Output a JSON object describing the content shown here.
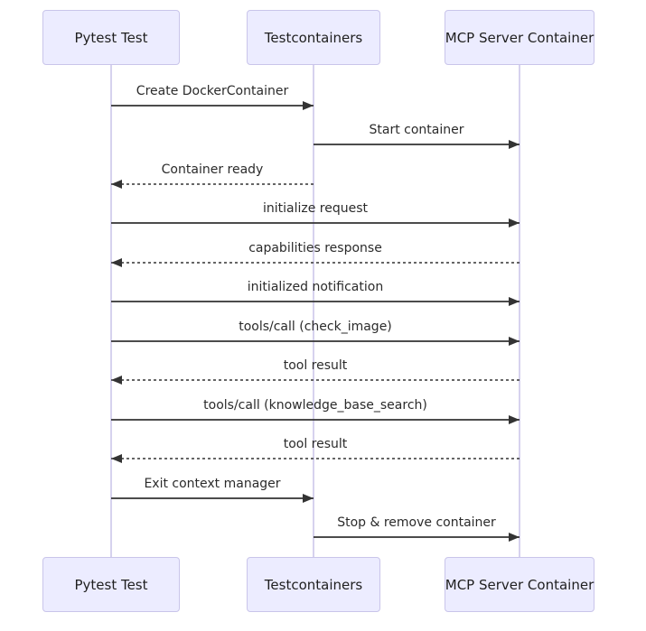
{
  "diagram": {
    "kind": "sequence-diagram"
  },
  "participants": [
    {
      "name": "Pytest Test"
    },
    {
      "name": "Testcontainers"
    },
    {
      "name": "MCP Server Container"
    }
  ],
  "messages": [
    {
      "from": "Pytest Test",
      "to": "Testcontainers",
      "label": "Create DockerContainer",
      "line": "solid"
    },
    {
      "from": "Testcontainers",
      "to": "MCP Server Container",
      "label": "Start container",
      "line": "solid"
    },
    {
      "from": "Testcontainers",
      "to": "Pytest Test",
      "label": "Container ready",
      "line": "dashed"
    },
    {
      "from": "Pytest Test",
      "to": "MCP Server Container",
      "label": "initialize request",
      "line": "solid"
    },
    {
      "from": "MCP Server Container",
      "to": "Pytest Test",
      "label": "capabilities response",
      "line": "dashed"
    },
    {
      "from": "Pytest Test",
      "to": "MCP Server Container",
      "label": "initialized notification",
      "line": "solid"
    },
    {
      "from": "Pytest Test",
      "to": "MCP Server Container",
      "label": "tools/call (check_image)",
      "line": "solid"
    },
    {
      "from": "MCP Server Container",
      "to": "Pytest Test",
      "label": "tool result",
      "line": "dashed"
    },
    {
      "from": "Pytest Test",
      "to": "MCP Server Container",
      "label": "tools/call (knowledge_base_search)",
      "line": "solid"
    },
    {
      "from": "MCP Server Container",
      "to": "Pytest Test",
      "label": "tool result",
      "line": "dashed"
    },
    {
      "from": "Pytest Test",
      "to": "Testcontainers",
      "label": "Exit context manager",
      "line": "solid"
    },
    {
      "from": "Testcontainers",
      "to": "MCP Server Container",
      "label": "Stop & remove container",
      "line": "solid"
    }
  ],
  "colors": {
    "actor_fill": "#ECECFF",
    "actor_border": "#C9C5EA",
    "lifeline": "#D6D2EE",
    "arrow": "#333333",
    "text": "#2B2B2B",
    "background": "#FFFFFF"
  }
}
